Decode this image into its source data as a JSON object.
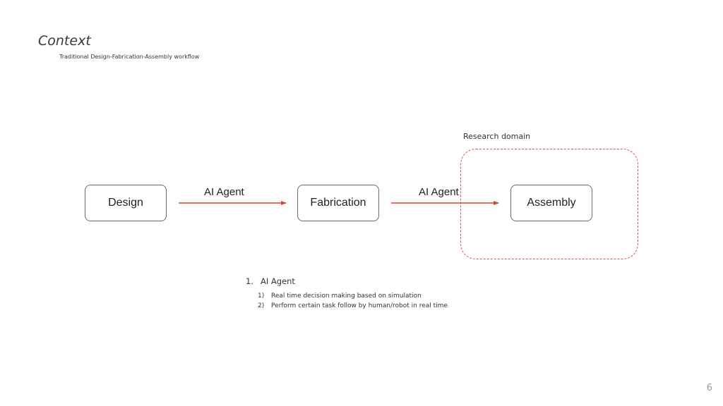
{
  "slide": {
    "title": "Context",
    "subtitle": "Traditional Design-Fabrication-Assembly workflow",
    "page_number": "6"
  },
  "diagram": {
    "nodes": [
      {
        "id": "design",
        "label": "Design"
      },
      {
        "id": "fabrication",
        "label": "Fabrication"
      },
      {
        "id": "assembly",
        "label": "Assembly"
      }
    ],
    "edges": [
      {
        "from": "design",
        "to": "fabrication",
        "label": "AI Agent"
      },
      {
        "from": "fabrication",
        "to": "assembly",
        "label": "AI Agent"
      }
    ],
    "domain": {
      "label": "Research domain",
      "contains": [
        "assembly"
      ]
    },
    "colors": {
      "arrow": "#d9452b",
      "domain_border": "#d9534f",
      "node_border": "#6b6b6b"
    }
  },
  "notes": {
    "heading_number": "1.",
    "heading": "AI Agent",
    "items": [
      {
        "number": "1)",
        "text": "Real time decision making based on simulation"
      },
      {
        "number": "2)",
        "text": "Perform certain task follow by human/robot in real time"
      }
    ]
  }
}
